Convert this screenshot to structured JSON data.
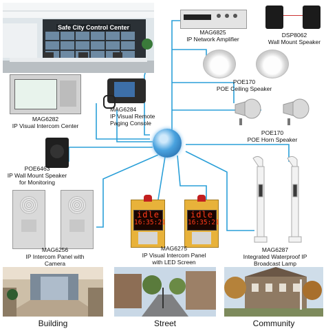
{
  "colors": {
    "wire": "#2a9fd8",
    "led_text": "#ff3a1a",
    "panel_silver": "#d9d9d9",
    "panel_yellow": "#e8b23a"
  },
  "control_center": {
    "sign": "Safe City Control Center"
  },
  "devices": {
    "mag6825": {
      "model": "MAG6825",
      "desc": "IP Network Amplifier"
    },
    "dsp8062": {
      "model": "DSP8062",
      "desc": "Wall Mount Speaker"
    },
    "poe170_ceiling": {
      "model": "POE170",
      "desc": "POE Ceiling Speaker"
    },
    "poe170_horn": {
      "model": "POE170",
      "desc": "POE Horn Speaker"
    },
    "mag6282": {
      "model": "MAG6282",
      "desc": "IP Visual Intercom Center"
    },
    "mag6284": {
      "model": "MAG6284",
      "desc1": "IP Visual Remote",
      "desc2": "Paging Console"
    },
    "poe6463": {
      "model": "POE6463",
      "desc1": "IP Wall Mount Speaker",
      "desc2": "for Monitoring"
    },
    "mag6256": {
      "model": "MAG6256",
      "desc1": "IP Intercom Panel with",
      "desc2": "Camera"
    },
    "mag6275": {
      "model": "MAG6275",
      "desc1": "IP Visual Intercom Panel",
      "desc2": "with LED Screen",
      "led_line1": "idle",
      "led_line2": "16:35:21"
    },
    "mag6287": {
      "model": "MAG6287",
      "desc1": "Integrated Waterproof IP",
      "desc2": "Broadcast Lamp"
    }
  },
  "scenes": {
    "building": "Building",
    "street": "Street",
    "community": "Community"
  }
}
